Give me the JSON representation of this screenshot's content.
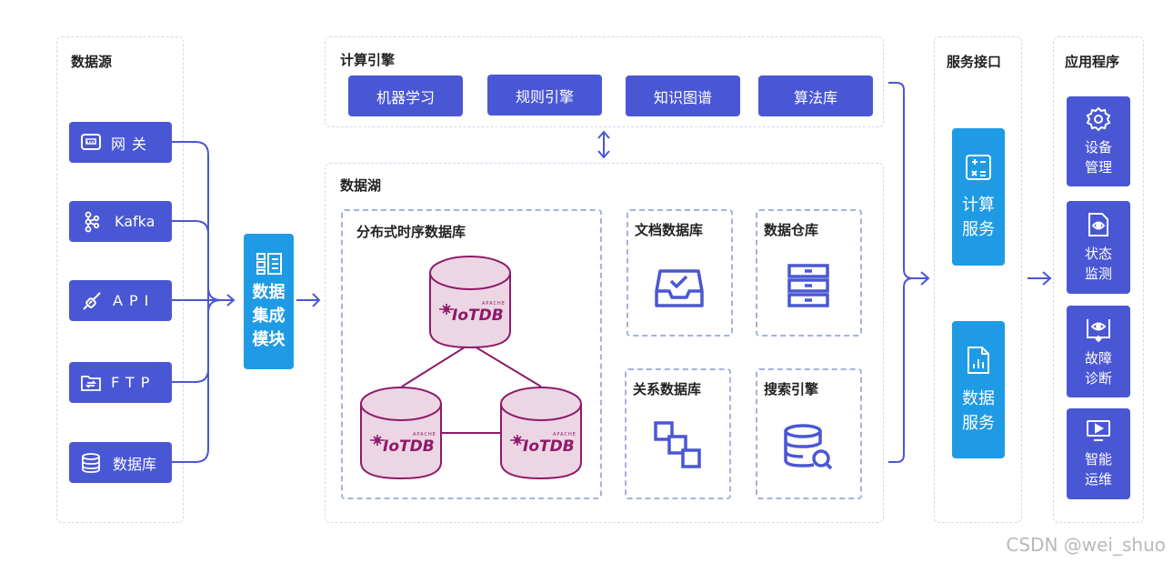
{
  "panels": {
    "sources": "数据源",
    "compute": "计算引擎",
    "lake": "数据湖",
    "services": "服务接口",
    "apps": "应用程序"
  },
  "sources": [
    {
      "label": "网关",
      "icon": "gateway-icon"
    },
    {
      "label": "Kafka",
      "icon": "kafka-icon"
    },
    {
      "label": "API",
      "icon": "plug-icon"
    },
    {
      "label": "FTP",
      "icon": "folder-transfer-icon"
    },
    {
      "label": "数据库",
      "icon": "database-icon"
    }
  ],
  "integration": {
    "label": "数据集成模块",
    "lines": [
      "数据",
      "集成",
      "模块"
    ],
    "icon": "integration-icon"
  },
  "engines": [
    "机器学习",
    "规则引擎",
    "知识图谱",
    "算法库"
  ],
  "lake": {
    "tsdb_title": "分布式时序数据库",
    "brand": "IoTDB",
    "brand_small": "APACHE",
    "stores": [
      {
        "title": "文档数据库",
        "icon": "inbox-check-icon"
      },
      {
        "title": "数据仓库",
        "icon": "cabinet-icon"
      },
      {
        "title": "关系数据库",
        "icon": "relation-icon"
      },
      {
        "title": "搜索引擎",
        "icon": "database-search-icon"
      }
    ]
  },
  "services": [
    {
      "lines": [
        "计算",
        "服务"
      ],
      "icon": "calculator-icon"
    },
    {
      "lines": [
        "数据",
        "服务"
      ],
      "icon": "report-icon"
    }
  ],
  "apps": [
    {
      "lines": [
        "设备",
        "管理"
      ],
      "icon": "gear-icon"
    },
    {
      "lines": [
        "状态",
        "监测"
      ],
      "icon": "eye-document-icon"
    },
    {
      "lines": [
        "故障",
        "诊断"
      ],
      "icon": "eye-download-icon"
    },
    {
      "lines": [
        "智能",
        "运维"
      ],
      "icon": "monitor-play-icon"
    }
  ],
  "watermark": "CSDN @wei_shuo",
  "colors": {
    "primary": "#4a57d4",
    "service": "#1e9be4",
    "db_fill": "#ecd6e4",
    "db_stroke": "#8e1a6a"
  }
}
